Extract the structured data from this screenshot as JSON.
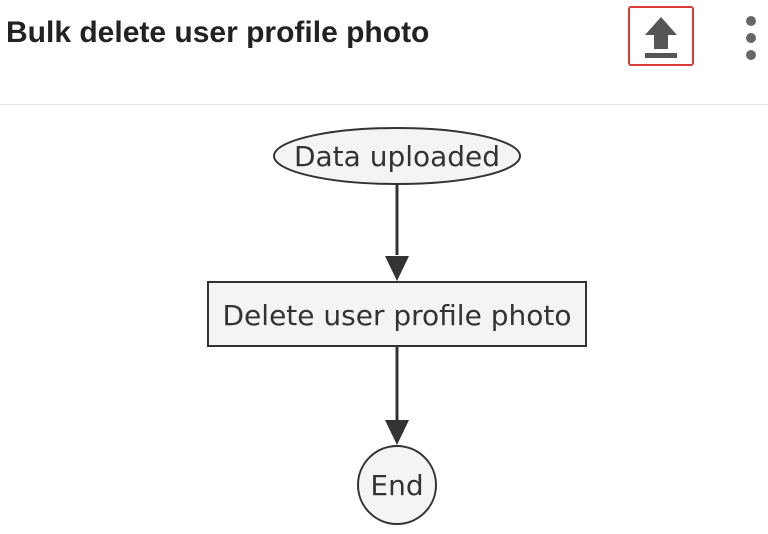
{
  "header": {
    "title": "Bulk delete user profile photo",
    "upload_icon": "upload-icon",
    "more_icon": "more-vertical-icon",
    "accent_color": "#d93a3a"
  },
  "flowchart": {
    "nodes": [
      {
        "id": "start",
        "shape": "ellipse",
        "label": "Data uploaded"
      },
      {
        "id": "action",
        "shape": "rectangle",
        "label": "Delete user profile photo"
      },
      {
        "id": "end",
        "shape": "circle",
        "label": "End"
      }
    ],
    "edges": [
      {
        "from": "start",
        "to": "action"
      },
      {
        "from": "action",
        "to": "end"
      }
    ]
  }
}
